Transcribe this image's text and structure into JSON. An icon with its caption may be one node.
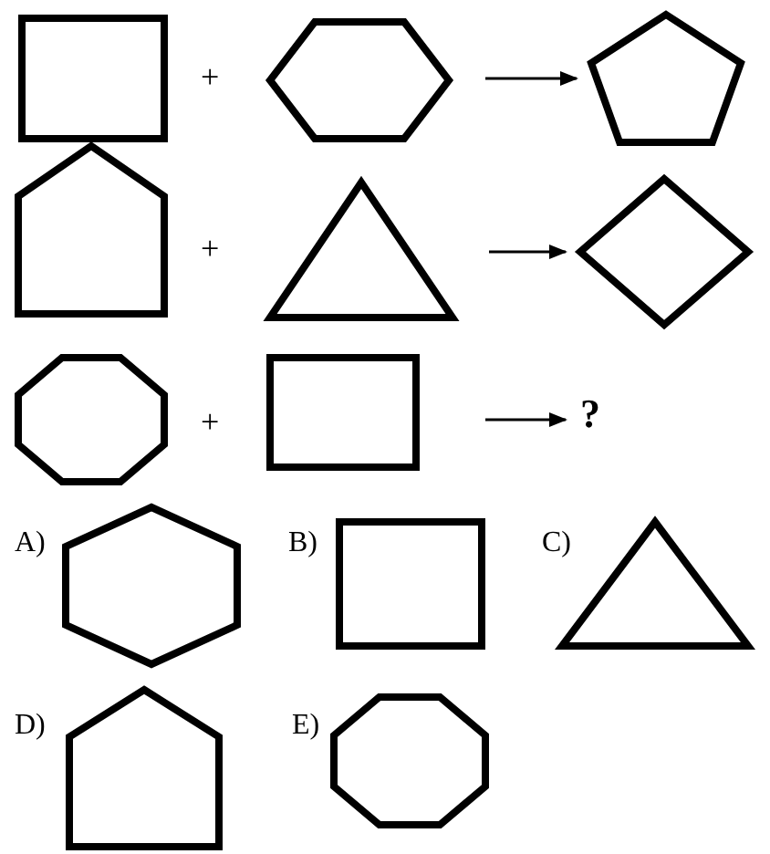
{
  "diagram": {
    "nodes": [
      {
        "text": [],
        "shape": "box"
      },
      {
        "text": [],
        "shape": "hexagon"
      },
      {
        "text": [],
        "shape": "pentagon"
      },
      {
        "text": [],
        "shape": "pentagon"
      },
      {
        "text": [],
        "shape": "triangle"
      },
      {
        "text": [],
        "shape": "diamond"
      },
      {
        "text": [],
        "shape": "octagon"
      },
      {
        "text": [],
        "shape": "box"
      },
      {
        "text": [
          "?"
        ]
      },
      {
        "text": [],
        "shape": "hexagon",
        "beside": [
          "A)"
        ]
      },
      {
        "text": [],
        "shape": "box",
        "beside": [
          "B)"
        ]
      },
      {
        "text": [],
        "shape": "triangle",
        "beside": [
          "C)"
        ]
      },
      {
        "text": [],
        "shape": "pentagon",
        "beside": [
          "D)"
        ]
      },
      {
        "text": [],
        "shape": "octagon",
        "beside": [
          "E)"
        ]
      }
    ],
    "edges": [
      {
        "from": 1,
        "to": 2,
        "arrow": "to"
      },
      {
        "from": 4,
        "to": 5,
        "arrow": "to"
      },
      {
        "from": 7,
        "to": 8,
        "arrow": "to"
      }
    ],
    "labels": [
      "+",
      "+",
      "+"
    ]
  }
}
